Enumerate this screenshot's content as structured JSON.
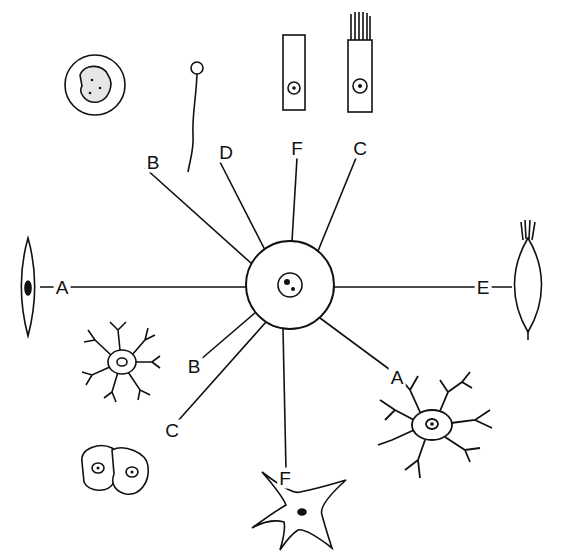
{
  "diagram": {
    "labels": [
      "D",
      "F",
      "C",
      "B",
      "A",
      "E",
      "B",
      "A",
      "C",
      "F"
    ]
  }
}
